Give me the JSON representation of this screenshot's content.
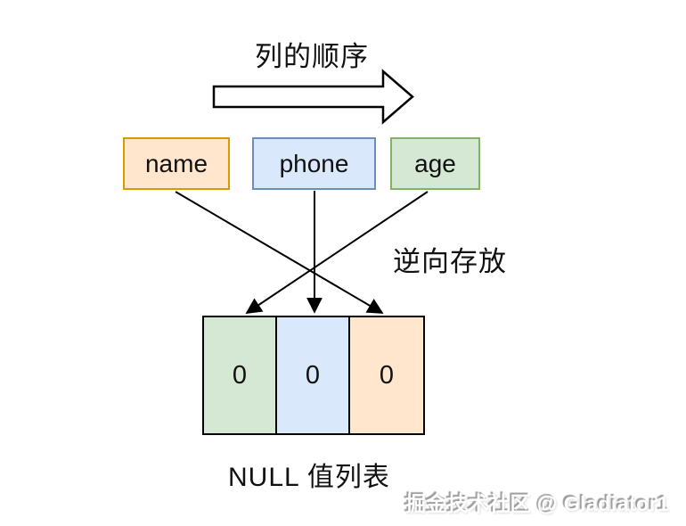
{
  "diagram": {
    "title": "列的顺序",
    "reverse_label": "逆向存放",
    "bottom_label": "NULL 值列表",
    "watermark": "掘金技术社区 @ Gladiator1",
    "columns": [
      {
        "label": "name",
        "color": "orange"
      },
      {
        "label": "phone",
        "color": "blue"
      },
      {
        "label": "age",
        "color": "green"
      }
    ],
    "null_bitmap_cells": [
      {
        "value": "0",
        "color": "green",
        "source_column": "age"
      },
      {
        "value": "0",
        "color": "blue",
        "source_column": "phone"
      },
      {
        "value": "0",
        "color": "orange",
        "source_column": "name"
      }
    ],
    "colors": {
      "orange_fill": "#ffe6cc",
      "orange_border": "#d79b00",
      "blue_fill": "#dae8fc",
      "blue_border": "#6c8ebf",
      "green_fill": "#d5e8d4",
      "green_border": "#82b366",
      "line": "#000000"
    }
  }
}
